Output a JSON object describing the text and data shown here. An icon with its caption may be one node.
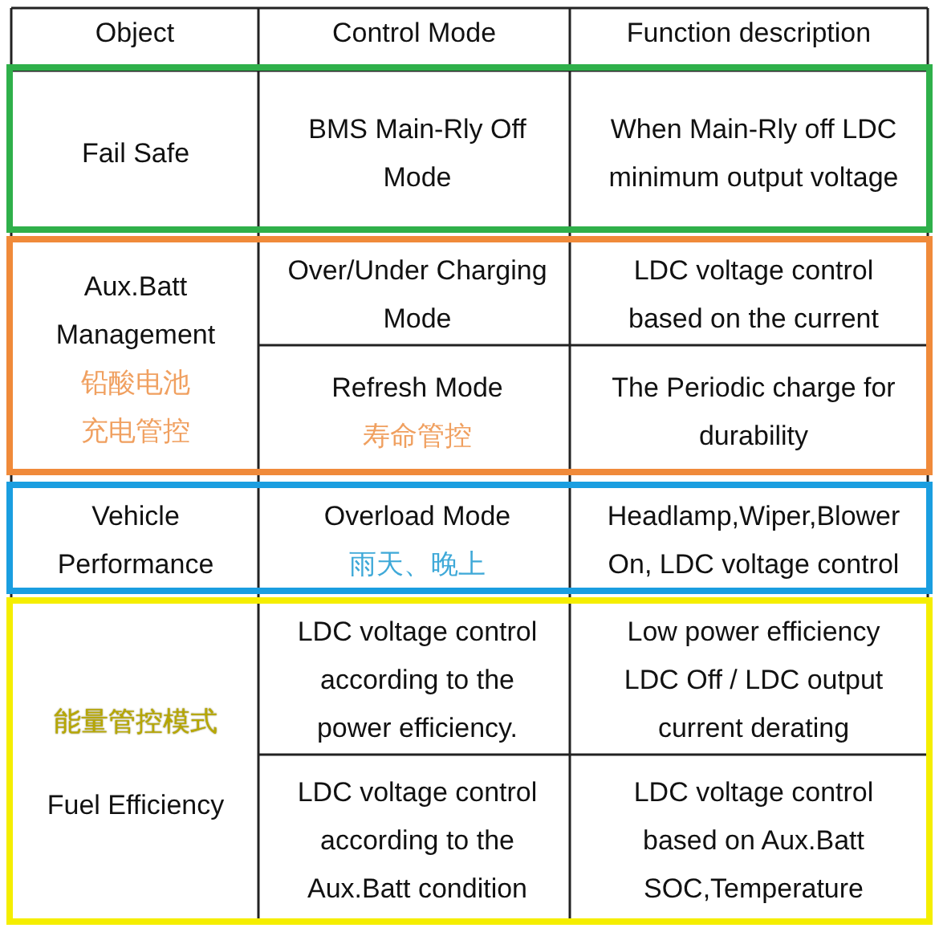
{
  "diagram": {
    "nodes": [
      {
        "text": [
          "Fail Safe",
          "BMS Main-Rly Off Mode",
          "When Main-Rly off LDC minimum output voltage"
        ]
      },
      {
        "text": [
          "Aux.Batt Management",
          "铅酸电池充电管控",
          "Over/Under Charging Mode",
          "LDC voltage control based on the current",
          "Refresh Mode",
          "寿命管控",
          "The Periodic charge for durability"
        ]
      },
      {
        "text": [
          "Vehicle Performance",
          "Overload Mode",
          "雨天、晚上",
          "Headlamp,Wiper,Blower On, LDC voltage control"
        ]
      },
      {
        "text": [
          "能量管控模式",
          "Fuel Efficiency",
          "LDC voltage control according to the power efficiency.",
          "Low power efficiency LDC Off / LDC output current derating",
          "LDC voltage control according to the Aux.Batt condition",
          "LDC voltage control based on Aux.Batt SOC,Temperature"
        ]
      }
    ],
    "labels": [
      "Object",
      "Control Mode",
      "Function description"
    ]
  }
}
